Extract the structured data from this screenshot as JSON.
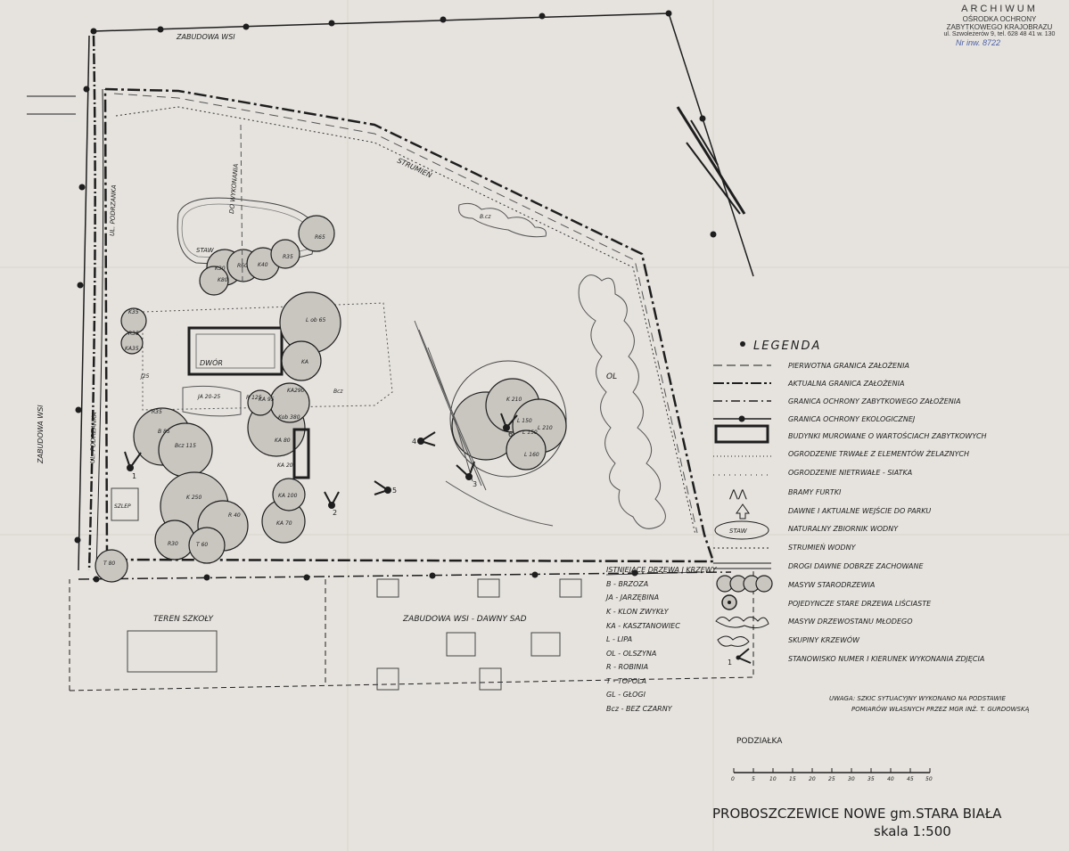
{
  "archive_stamp": {
    "line1": "ARCHIWUM",
    "line2": "OŚRODKA OCHRONY",
    "line3": "ZABYTKOWEGO KRAJOBRAZU",
    "line4": "ul. Szwoleżerów 9, tel. 628 48 41 w. 130",
    "line5": "Nr inw. 8722"
  },
  "map_labels": {
    "zabudowa_wsi_top": "ZABUDOWA WSI",
    "zabudowa_wsi_left": "ZABUDOWA WSI",
    "ul_podrzanka_top": "UL. PODRZANKA",
    "ul_podrzanka_bottom": "UL. PODRZANKA",
    "strumien": "STRUMIEŃ",
    "staw": "STAW",
    "do_wykonania": "DO WYKONANIA",
    "dwor": "DWÓR",
    "szlep": "SZLEP",
    "teren_szkoly": "TEREN SZKOŁY",
    "zabudowa_dawny_sad": "ZABUDOWA WSI - DAWNY SAD",
    "ol": "OL",
    "bcz1": "B.cz",
    "bcz2": "Bcz",
    "staw_legend_pond": "STAW"
  },
  "tree_labels": [
    "K30",
    "R60",
    "K40",
    "R35",
    "K80",
    "R65",
    "K35",
    "R35",
    "KA35",
    "J25",
    "R35",
    "L ob 65",
    "KA",
    "KA 80",
    "KA 20",
    "B 85",
    "Bcz 115",
    "KA 95",
    "KA 100",
    "KA 70",
    "K 250",
    "R 40",
    "R30",
    "T 80",
    "T 60",
    "K 210",
    "L 150",
    "L 150",
    "L 210",
    "L 160",
    "Kob 380",
    "KA290",
    "JA 20-25",
    "R 125"
  ],
  "viewpoints": [
    "1",
    "2",
    "3",
    "4",
    "5",
    "6"
  ],
  "legend": {
    "title": "LEGENDA",
    "items": [
      "PIERWOTNA GRANICA ZAŁOŻENIA",
      "AKTUALNA GRANICA ZAŁOŻENIA",
      "GRANICA OCHRONY ZABYTKOWEGO ZAŁOŻENIA",
      "GRANICA OCHRONY EKOLOGICZNEJ",
      "BUDYNKI MUROWANE O WARTOŚCIACH ZABYTKOWYCH",
      "OGRODZENIE TRWAŁE Z ELEMENTÓW ŻELAZNYCH",
      "OGRODZENIE NIETRWAŁE - SIATKA",
      "BRAMY FURTKI",
      "DAWNE I AKTUALNE WEJŚCIE DO PARKU",
      "NATURALNY ZBIORNIK WODNY",
      "STRUMIEŃ WODNY",
      "DROGI DAWNE DOBRZE ZACHOWANE",
      "MASYW STARODRZEWIA",
      "POJEDYNCZE STARE DRZEWA LIŚCIASTE",
      "MASYW DRZEWOSTANU MŁODEGO",
      "SKUPINY KRZEWÓW",
      "STANOWISKO NUMER I KIERUNEK WYKONANIA ZDJĘCIA"
    ]
  },
  "species": {
    "title": "ISTNIEJĄCE DRZEWA I KRZEWY",
    "items": [
      "B - BRZOZA",
      "JA - JARZĘBINA",
      "K - KLON ZWYKŁY",
      "KA - KASZTANOWIEC",
      "L - LIPA",
      "OL - OLSZYNA",
      "R - ROBINIA",
      "T - TOPOLA",
      "GL - GŁOGI",
      "Bcz - BEZ CZARNY"
    ]
  },
  "note": {
    "line1": "UWAGA: SZKIC SYTUACYJNY WYKONANO NA PODSTAWIE",
    "line2": "POMIARÓW WŁASNYCH PRZEZ MGR INŻ. T. GURDOWSKĄ"
  },
  "scale_bar": {
    "label": "PODZIAŁKA",
    "ticks": [
      "0",
      "5",
      "10",
      "15",
      "20",
      "25",
      "30",
      "35",
      "40",
      "45",
      "50"
    ]
  },
  "title": {
    "line1": "PROBOSZCZEWICE NOWE gm.STARA BIAŁA",
    "line2": "skala 1:500"
  },
  "colors": {
    "paper": "#e6e3de",
    "ink": "#1e1e1e",
    "fill": "#c9c6c0",
    "stamp_blue": "#4a5fa8"
  }
}
